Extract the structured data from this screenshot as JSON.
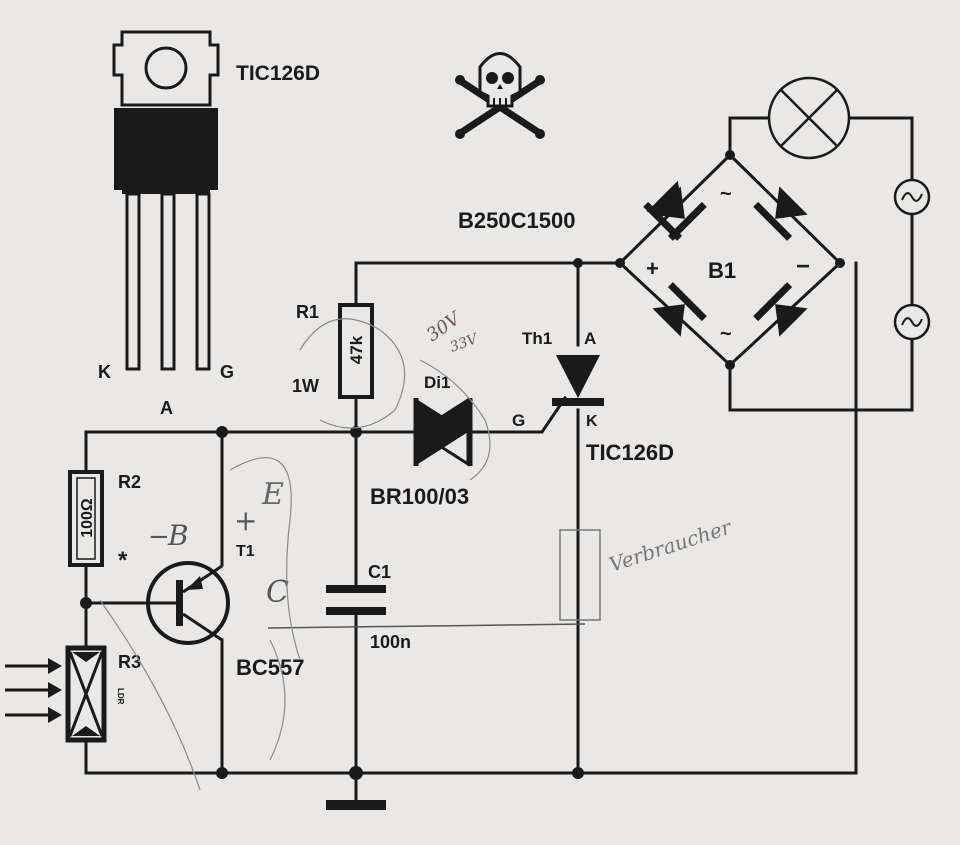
{
  "package": {
    "part_label": "TIC126D",
    "pin_k": "K",
    "pin_a": "A",
    "pin_g": "G"
  },
  "bridge": {
    "part_number": "B250C1500",
    "ref": "B1",
    "plus": "+",
    "minus": "−",
    "ac_top": "~",
    "ac_bottom": "~"
  },
  "r1": {
    "ref": "R1",
    "value": "47k",
    "power": "1W"
  },
  "r2": {
    "ref": "R2",
    "value": "100Ω",
    "marker": "*"
  },
  "r3": {
    "ref": "R3",
    "note": "LDR"
  },
  "diac": {
    "ref": "Di1",
    "part": "BR100/03"
  },
  "thyristor": {
    "ref": "Th1",
    "anode": "A",
    "cathode": "K",
    "gate": "G",
    "part": "TIC126D"
  },
  "transistor": {
    "ref": "T1",
    "part": "BC557"
  },
  "capacitor": {
    "ref": "C1",
    "value": "100n"
  },
  "handwritten": {
    "emitter": "E",
    "base": "B",
    "collector": "C",
    "minus_b": "−",
    "plus_e": "+",
    "diac_note_1": "30V",
    "diac_note_2": "33V",
    "side_note": "Verbraucher"
  },
  "colors": {
    "ink": "#1a1a1a",
    "paper": "#e9e8e6",
    "pencil": "#8a8a8a",
    "pen": "#555555"
  }
}
